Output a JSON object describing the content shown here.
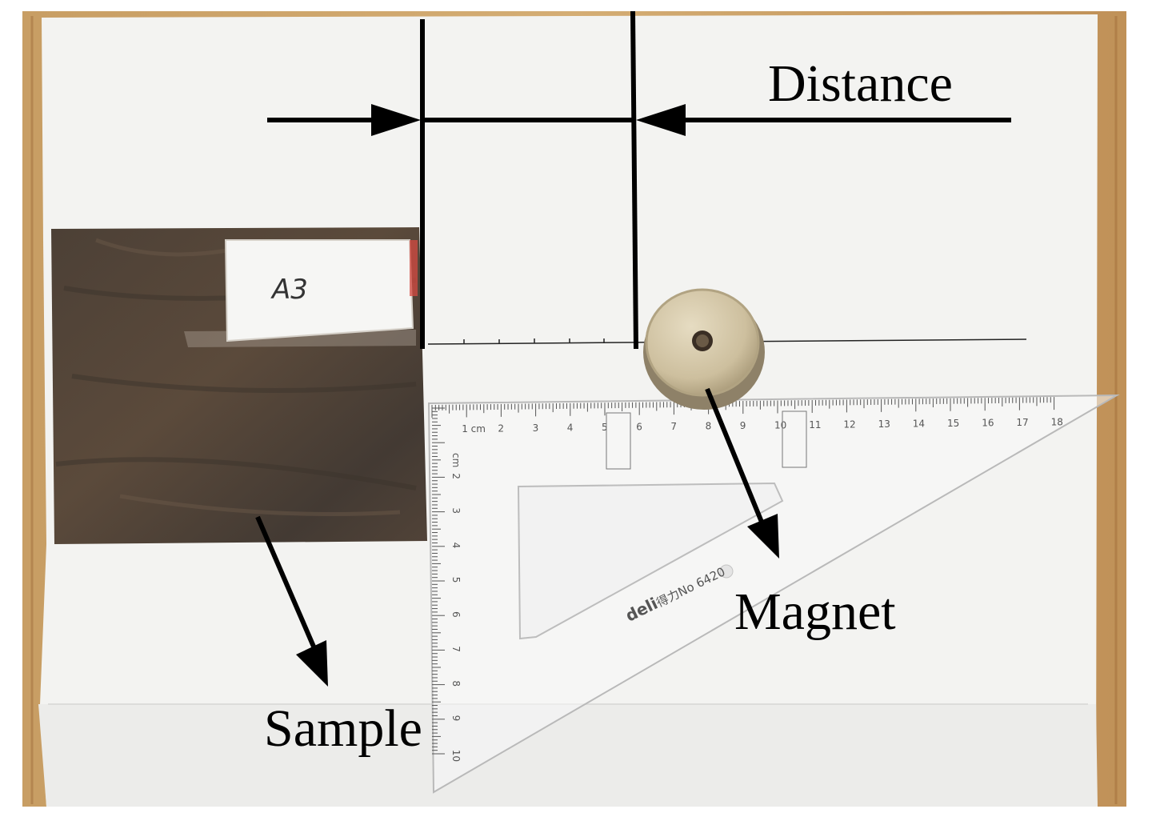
{
  "labels": {
    "distance": "Distance",
    "magnet": "Magnet",
    "sample": "Sample",
    "plate_tag": "A3"
  },
  "ruler": {
    "top_numbers": [
      "1 cm",
      "2",
      "3",
      "4",
      "5",
      "6",
      "7",
      "8",
      "9",
      "10",
      "11",
      "12",
      "13",
      "14",
      "15",
      "16",
      "17",
      "18"
    ],
    "side_numbers": [
      "cm",
      "2",
      "3",
      "4",
      "5",
      "6",
      "7",
      "8",
      "9",
      "10"
    ],
    "brand": "deli",
    "model": "得力No 6420"
  },
  "colors": {
    "table_wood": "#c9a06a",
    "paper": "#f4f4f2",
    "steel_plate": "#4a3f35",
    "magnet_face": "#d2c6a8",
    "annotation": "#000000"
  }
}
